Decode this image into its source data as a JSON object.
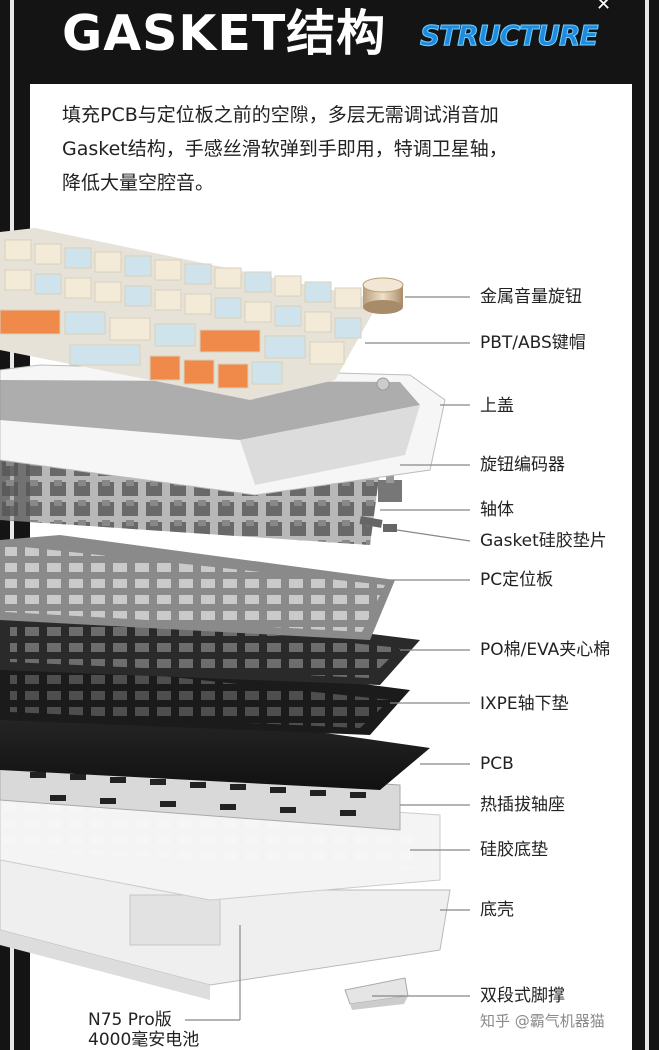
{
  "header": {
    "title": "GASKET结构",
    "subtitle": "STRUCTURE"
  },
  "intro": {
    "line1": "填充PCB与定位板之前的空隙，多层无需调试消音加",
    "line2": "Gasket结构，手感丝滑软弹到手即用，特调卫星轴，",
    "line3": "降低大量空腔音。"
  },
  "parts": [
    "金属音量旋钮",
    "PBT/ABS键帽",
    "上盖",
    "旋钮编码器",
    "轴体",
    "Gasket硅胶垫片",
    "PC定位板",
    "PO棉/EVA夹心棉",
    "IXPE轴下垫",
    "PCB",
    "热插拔轴座",
    "硅胶底垫",
    "底壳",
    "双段式脚撑"
  ],
  "battery_note": {
    "line1": "N75 Pro版",
    "line2": "4000毫安电池"
  },
  "watermark": "知乎 @霸气机器猫",
  "colors": {
    "accent_orange": "#f08a4b",
    "keycap_cream": "#f3ead7",
    "keycap_blue": "#cfe3ec",
    "subtitle_blue": "#1f8ae0"
  }
}
